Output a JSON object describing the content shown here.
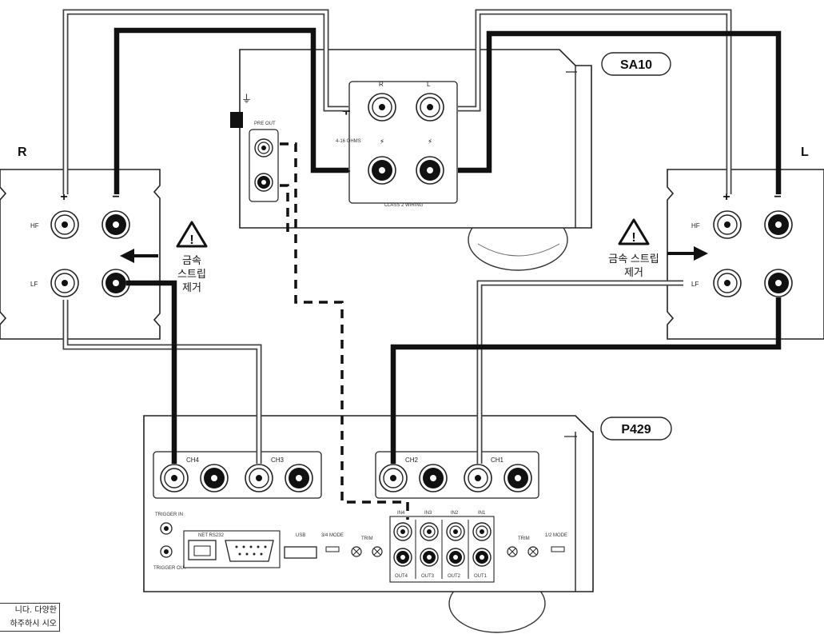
{
  "devices": {
    "sa10": {
      "name": "SA10",
      "ground_symbol": "⏚",
      "terminal_labels": {
        "right": "R",
        "left": "L",
        "impedance": "4-16 OHMS",
        "wiring": "CLASS 2 WIRING",
        "pre_out": "PRE OUT"
      }
    },
    "p429": {
      "name": "P429",
      "channels": [
        "CH4",
        "CH3",
        "CH2",
        "CH1"
      ],
      "inputs": [
        "IN4",
        "IN3",
        "IN2",
        "IN1"
      ],
      "outputs": [
        "OUT4",
        "OUT3",
        "OUT2",
        "OUT1"
      ],
      "panel_labels": {
        "trigger_in": "TRIGGER IN",
        "trigger_out": "TRIGGER OUT",
        "net": "NET RS232",
        "usb": "USB",
        "mode_left": "3/4 MODE",
        "mode_right": "1/2 MODE",
        "trim": "TRIM"
      }
    },
    "speaker_r": {
      "side_label": "R",
      "hf": "HF",
      "lf": "LF"
    },
    "speaker_l": {
      "side_label": "L",
      "hf": "HF",
      "lf": "LF"
    }
  },
  "polarity": {
    "plus": "+",
    "minus": "−"
  },
  "warnings": {
    "right": {
      "line1": "금속",
      "line2": "스트립",
      "line3": "제거"
    },
    "left": {
      "line1": "금속 스트립",
      "line2": "제거"
    }
  },
  "note": {
    "line1": "니다. 다양한",
    "line2": "하주하시 시오"
  },
  "colors": {
    "speaker_wire": "#111111",
    "signal_wire_outline": "#444444",
    "panel": "#ffffff"
  }
}
